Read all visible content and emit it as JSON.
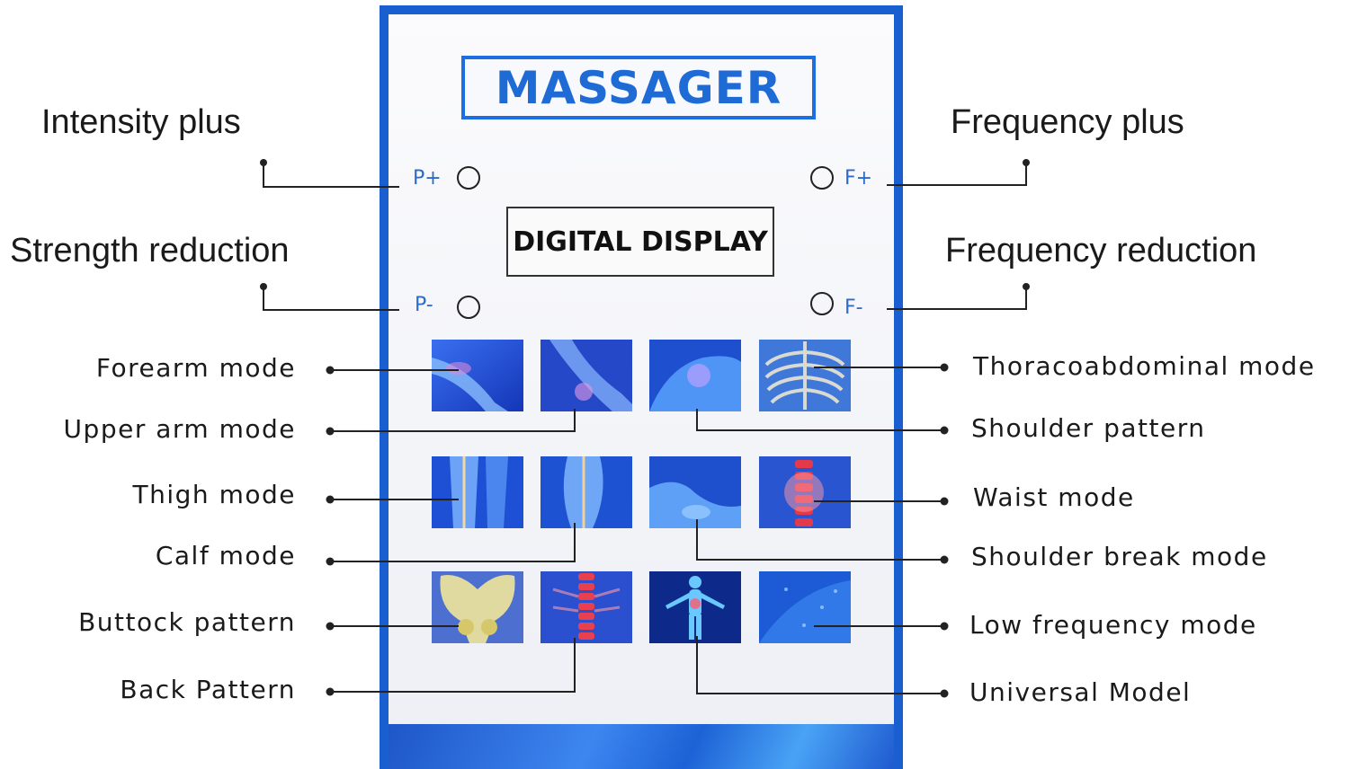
{
  "panel": {
    "title": "MASSAGER",
    "display": "DIGITAL DISPLAY",
    "colors": {
      "frame": "#1a5fd0",
      "title": "#1e6bd6",
      "button_label": "#2b6cc8"
    }
  },
  "buttons": {
    "p_plus": {
      "label": "P+",
      "description": "Intensity plus"
    },
    "p_minus": {
      "label": "P-",
      "description": "Strength reduction"
    },
    "f_plus": {
      "label": "F+",
      "description": "Frequency plus"
    },
    "f_minus": {
      "label": "F-",
      "description": "Frequency reduction"
    }
  },
  "modes": {
    "left": [
      "Forearm mode",
      "Upper arm mode",
      "Thigh mode",
      "Calf mode",
      "Buttock pattern",
      "Back Pattern"
    ],
    "right": [
      "Thoracoabdominal mode",
      "Shoulder pattern",
      "Waist mode",
      "Shoulder break mode",
      "Low frequency mode",
      "Universal Model"
    ]
  }
}
